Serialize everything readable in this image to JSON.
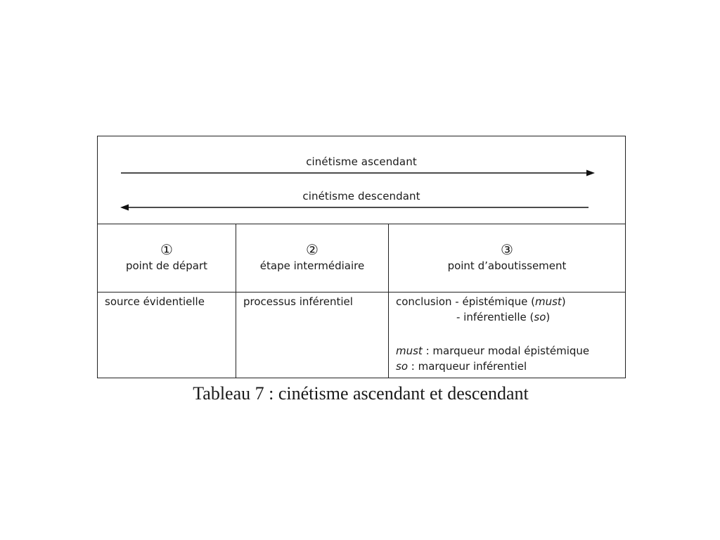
{
  "arrows": {
    "ascending_label": "cinétisme ascendant",
    "descending_label": "cinétisme descendant"
  },
  "columns": [
    {
      "number": "①",
      "title": "point de départ"
    },
    {
      "number": "②",
      "title": "étape intermédiaire"
    },
    {
      "number": "③",
      "title": "point d’aboutissement"
    }
  ],
  "row": {
    "col1": "source évidentielle",
    "col2": "processus inférentiel",
    "col3": {
      "line1_prefix": "conclusion -  épistémique (",
      "line1_term": "must",
      "line1_suffix": ")",
      "line2_prefix": "- inférentielle (",
      "line2_term": "so",
      "line2_suffix": ")",
      "note1_term": "must",
      "note1_text": " : marqueur modal épistémique",
      "note2_term": "so",
      "note2_text": " : marqueur inférentiel"
    }
  },
  "caption": "Tableau 7 : cinétisme ascendant et descendant"
}
